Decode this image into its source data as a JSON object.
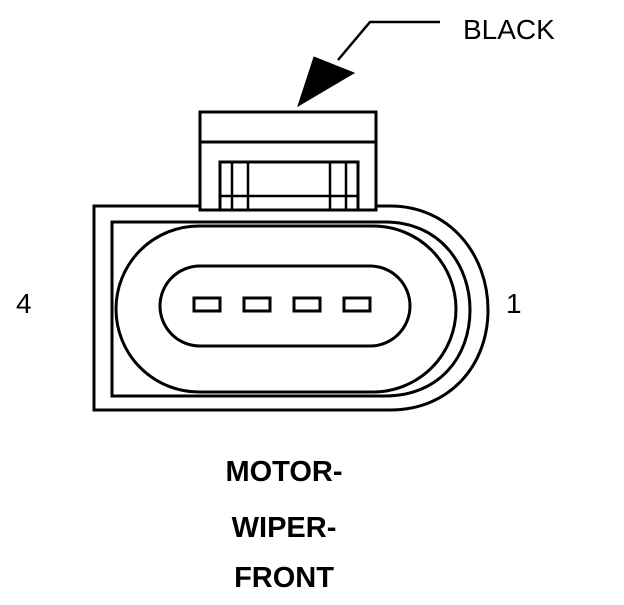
{
  "diagram": {
    "connector_color_label": "BLACK",
    "pin_left_label": "4",
    "pin_right_label": "1",
    "title_lines": [
      "MOTOR-",
      "WIPER-",
      "FRONT"
    ],
    "pin_count": 4,
    "stroke_color": "#000000",
    "background_color": "#ffffff"
  }
}
